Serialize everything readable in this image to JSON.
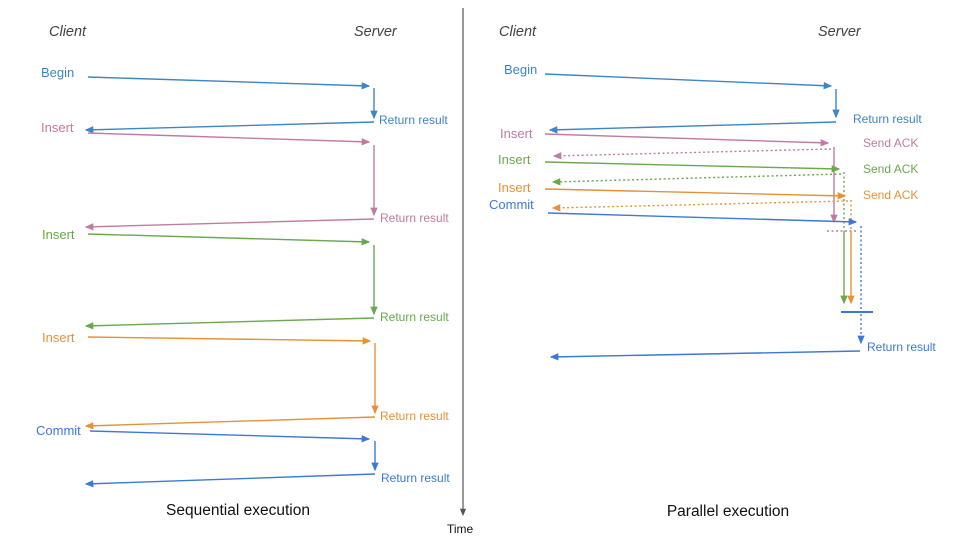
{
  "colors": {
    "begin_blue": "#3d85c6",
    "commit_blue": "#3c78d8",
    "insert_pink": "#c27ba0",
    "insert_green": "#6aa84f",
    "insert_orange": "#e69138",
    "axis_gray": "#555555"
  },
  "time_axis": {
    "label": "Time"
  },
  "left_panel": {
    "title": "Sequential execution",
    "client_header": "Client",
    "server_header": "Server",
    "messages": [
      {
        "request": "Begin",
        "color": "#3d85c6",
        "response": "Return result"
      },
      {
        "request": "Insert",
        "color": "#c27ba0",
        "response": "Return result"
      },
      {
        "request": "Insert",
        "color": "#6aa84f",
        "response": "Return result"
      },
      {
        "request": "Insert",
        "color": "#e69138",
        "response": "Return result"
      },
      {
        "request": "Commit",
        "color": "#3c78d8",
        "response": "Return result"
      }
    ]
  },
  "right_panel": {
    "title": "Parallel execution",
    "client_header": "Client",
    "server_header": "Server",
    "messages": [
      {
        "request": "Begin",
        "color": "#3d85c6",
        "response": "Return result"
      },
      {
        "request": "Insert",
        "color": "#c27ba0",
        "response": "Send ACK"
      },
      {
        "request": "Insert",
        "color": "#6aa84f",
        "response": "Send ACK"
      },
      {
        "request": "Insert",
        "color": "#e69138",
        "response": "Send ACK"
      },
      {
        "request": "Commit",
        "color": "#3c78d8",
        "response": "Return result"
      }
    ]
  }
}
